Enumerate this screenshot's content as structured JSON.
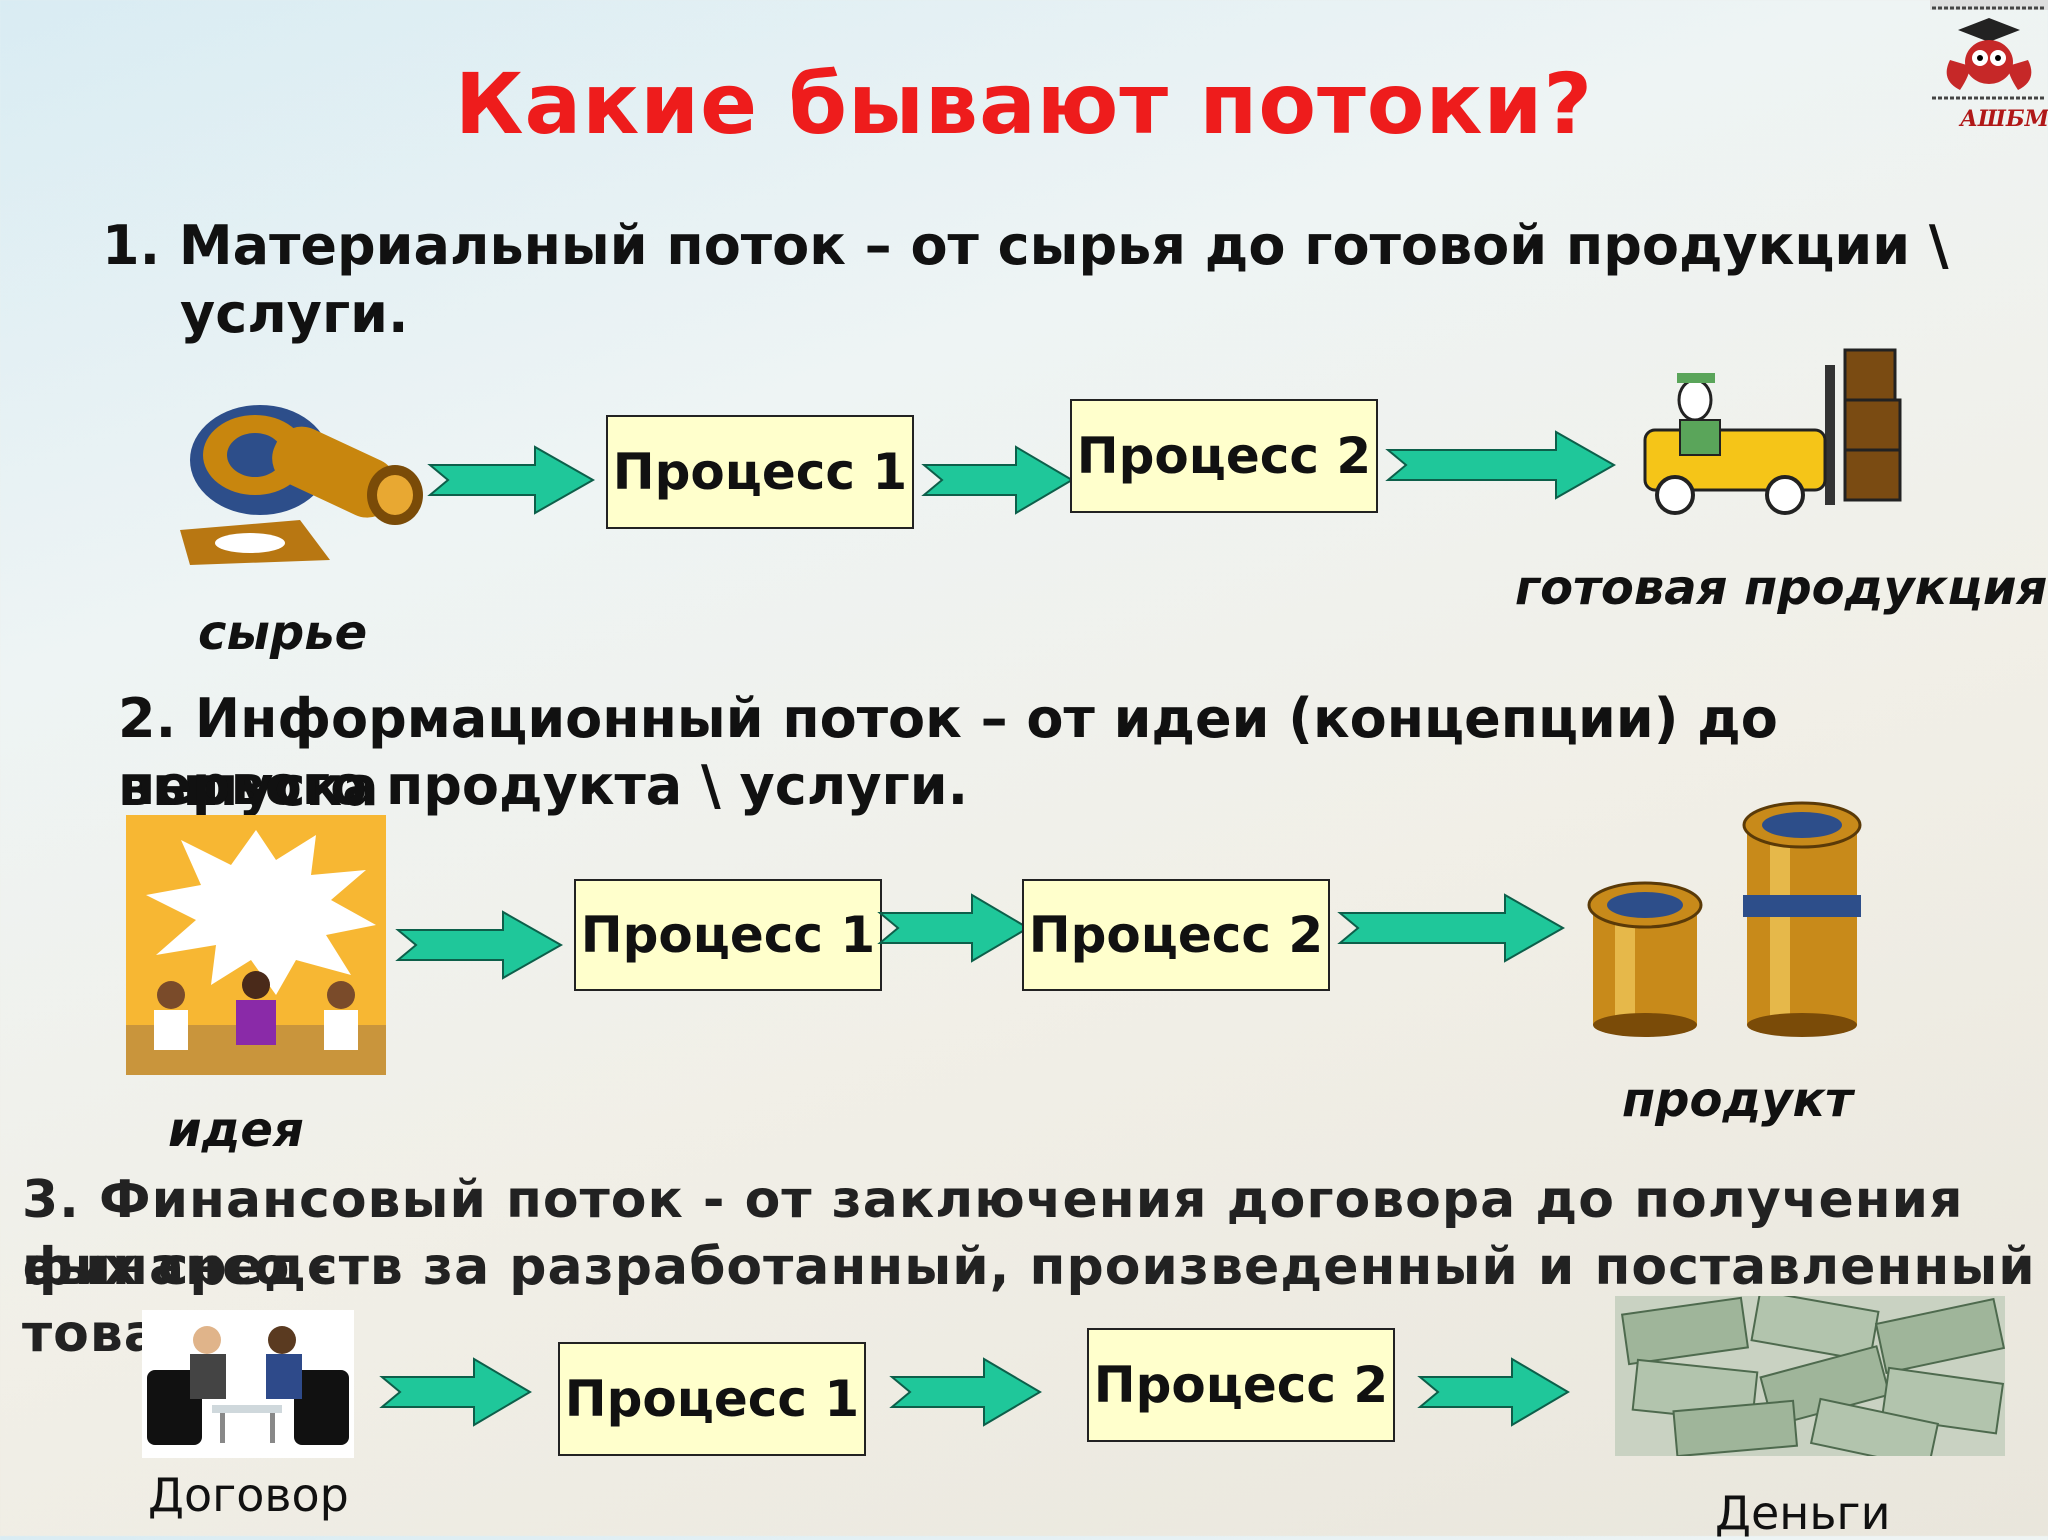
{
  "title": "Какие бывают потоки?",
  "logo": {
    "text": "АШБМ"
  },
  "flows": [
    {
      "heading_line1": "1. Материальный поток – от сырья до готовой продукции \\",
      "heading_line2": "услуги.",
      "process1": "Процесс 1",
      "process2": "Процесс 2",
      "start_caption": "сырье",
      "end_caption": "готовая продукция",
      "start_icon": "raw-material-parts-icon",
      "end_icon": "forklift-icon"
    },
    {
      "heading_line1": "2. Информационный поток  – от идеи (концепции) до выпуска",
      "heading_line2": "первого продукта \\ услуги.",
      "process1": "Процесс 1",
      "process2": "Процесс 2",
      "start_caption": "идея",
      "end_caption": "продукт",
      "start_icon": "meeting-idea-icon",
      "end_icon": "product-cylinders-icon"
    },
    {
      "heading_line1": "3. Финансовый поток - от заключения договора до получения финансо -",
      "heading_line2": "вых  средств за разработанный, произведенный и поставленный товар",
      "process1": "Процесс 1",
      "process2": "Процесс 2",
      "start_caption": "Договор",
      "end_caption": "Деньги",
      "start_icon": "contract-meeting-icon",
      "end_icon": "money-bills-icon"
    }
  ],
  "colors": {
    "title": "#ee1c1c",
    "arrow": "#1fc79a",
    "process_fill": "#ffffcc"
  }
}
